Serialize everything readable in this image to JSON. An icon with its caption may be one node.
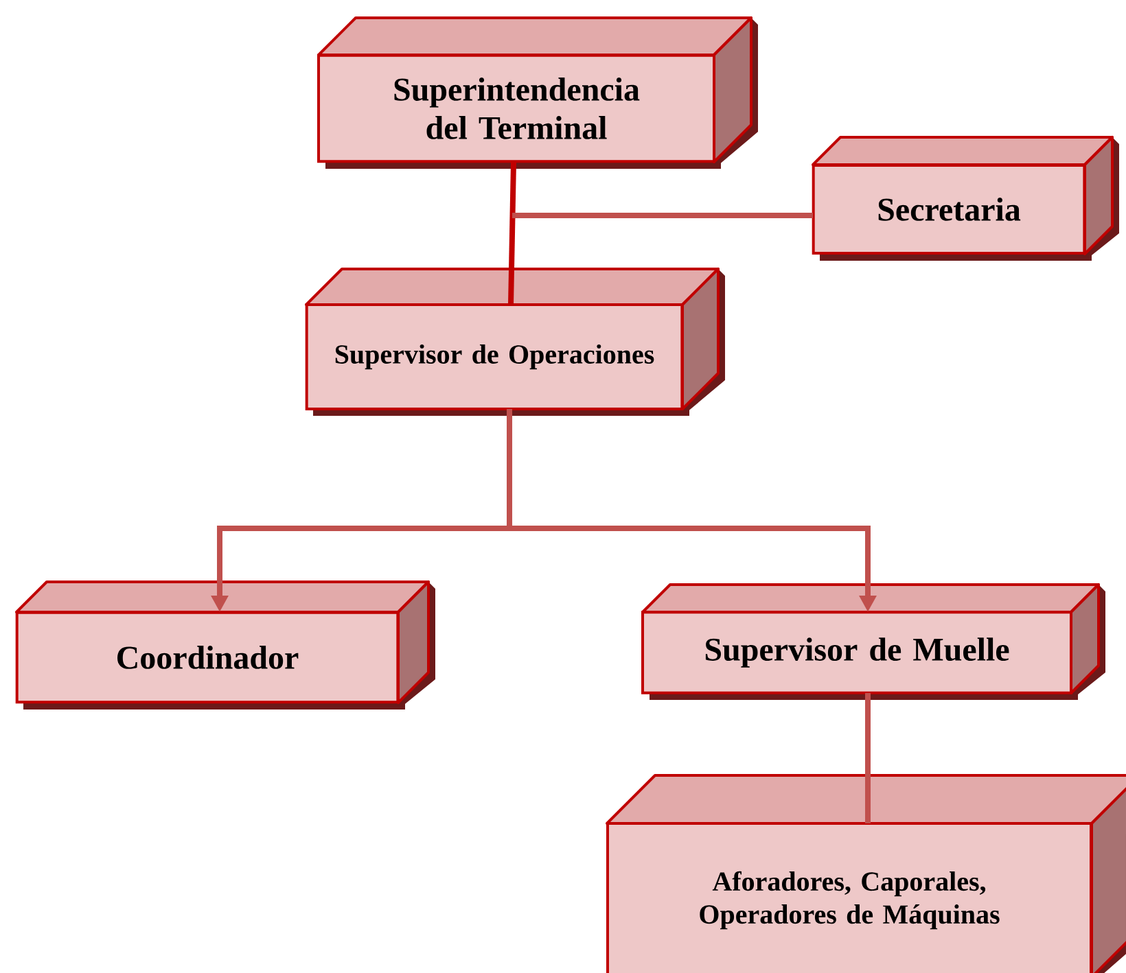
{
  "diagram": {
    "nodes": [
      {
        "text": [
          "Superintendencia del Terminal"
        ]
      },
      {
        "text": [
          "Secretaria"
        ]
      },
      {
        "text": [
          "Supervisor de Operaciones"
        ]
      },
      {
        "text": [
          "Coordinador"
        ]
      },
      {
        "text": [
          "Supervisor de Muelle"
        ]
      },
      {
        "text": [
          "Aforadores, Caporales, Operadores de Máquinas"
        ]
      }
    ],
    "edges": [
      {
        "from": 0,
        "to": 2,
        "arrow": "none",
        "color": "#c00000"
      },
      {
        "from": 0,
        "to": 1,
        "arrow": "none"
      },
      {
        "from": 2,
        "to": 3,
        "arrow": "to"
      },
      {
        "from": 2,
        "to": 4,
        "arrow": "to"
      },
      {
        "from": 4,
        "to": 5,
        "arrow": "none"
      }
    ]
  }
}
